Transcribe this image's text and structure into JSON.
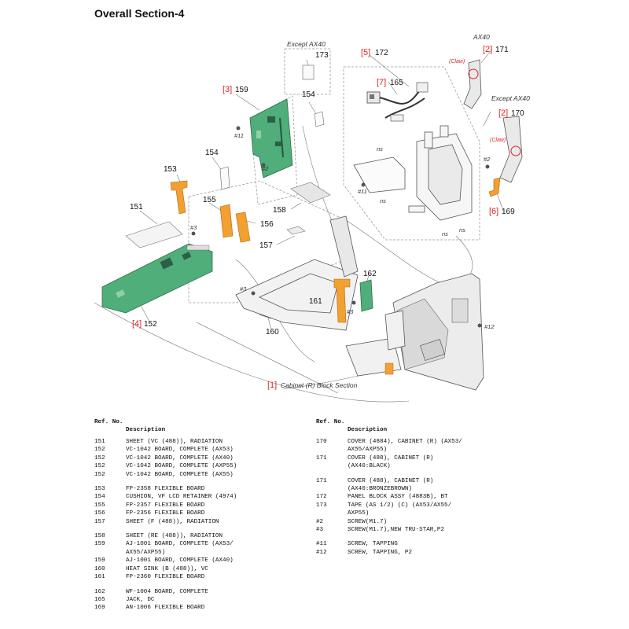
{
  "title": "Overall Section-4",
  "diagram": {
    "labels": {
      "except_ax40_top": "Except AX40",
      "ax40": "AX40",
      "except_ax40_right": "Except AX40",
      "claw": "(Claw)",
      "ns": "ns",
      "cabinet_section": "Cabinet (R) Block Section"
    },
    "brackets": {
      "b5": "[5]",
      "b7": "[7]",
      "b2": "[2]",
      "b3": "[3]",
      "b6": "[6]",
      "b4": "[4]",
      "b1": "[1]"
    },
    "callouts": {
      "n173": "173",
      "n172": "172",
      "n165": "165",
      "n171": "171",
      "n170": "170",
      "n159": "159",
      "n154a": "154",
      "n154b": "154",
      "n153": "153",
      "n155": "155",
      "n156": "156",
      "n151": "151",
      "n158": "158",
      "n157": "157",
      "n169": "169",
      "n162": "162",
      "n161": "161",
      "n160": "160",
      "n152": "152",
      "s11a": "#11",
      "s2a": "#2",
      "s11b": "#11",
      "s2b": "#2",
      "s3a": "#3",
      "s3b": "#3",
      "s3c": "#3",
      "s12": "#12"
    }
  },
  "parts_header": {
    "ref": "Ref. No.",
    "desc": "Description"
  },
  "parts_left": [
    {
      "ref": "151",
      "desc": "SHEET (VC (488)), RADIATION"
    },
    {
      "ref": "152",
      "desc": "VC-1042 BOARD, COMPLETE (AX53)"
    },
    {
      "ref": "152",
      "desc": "VC-1042 BOARD, COMPLETE (AX40)"
    },
    {
      "ref": "152",
      "desc": "VC-1042 BOARD, COMPLETE (AXP55)"
    },
    {
      "ref": "152",
      "desc": "VC-1042 BOARD, COMPLETE (AX55)"
    },
    {
      "ref": "",
      "desc": ""
    },
    {
      "ref": "153",
      "desc": "FP-2358 FLEXIBLE BOARD"
    },
    {
      "ref": "154",
      "desc": "CUSHION, VF LCD RETAINER (4974)"
    },
    {
      "ref": "155",
      "desc": "FP-2357 FLEXIBLE BOARD"
    },
    {
      "ref": "156",
      "desc": "FP-2356 FLEXIBLE BOARD"
    },
    {
      "ref": "157",
      "desc": "SHEET (F (488)), RADIATION"
    },
    {
      "ref": "",
      "desc": ""
    },
    {
      "ref": "158",
      "desc": "SHEET (RE (488)), RADIATION"
    },
    {
      "ref": "159",
      "desc": "AJ-1001 BOARD, COMPLETE (AX53/\nAX55/AXP55)"
    },
    {
      "ref": "159",
      "desc": "AJ-1001 BOARD, COMPLETE (AX40)"
    },
    {
      "ref": "160",
      "desc": "HEAT SINK (B (488)), VC"
    },
    {
      "ref": "161",
      "desc": "FP-2360 FLEXIBLE BOARD"
    },
    {
      "ref": "",
      "desc": ""
    },
    {
      "ref": "162",
      "desc": "WF-1004 BOARD, COMPLETE"
    },
    {
      "ref": "165",
      "desc": "JACK, DC"
    },
    {
      "ref": "169",
      "desc": "AN-1006 FLEXIBLE BOARD"
    }
  ],
  "parts_right": [
    {
      "ref": "170",
      "desc": "COVER (4884), CABINET (R) (AX53/\nAX55/AXP55)"
    },
    {
      "ref": "171",
      "desc": "COVER (488), CABINET (R)\n(AX40:BLACK)"
    },
    {
      "ref": "",
      "desc": ""
    },
    {
      "ref": "171",
      "desc": "COVER (488), CABINET (R)\n(AX40:BRONZEBROWN)"
    },
    {
      "ref": "172",
      "desc": "PANEL BLOCK ASSY (4883B), BT"
    },
    {
      "ref": "173",
      "desc": "TAPE (AS 1/2) (C) (AX53/AX55/\nAXP55)"
    },
    {
      "ref": "#2",
      "desc": "SCREW(M1.7)"
    },
    {
      "ref": "#3",
      "desc": "SCREW(M1.7),NEW TRU-STAR,P2"
    },
    {
      "ref": "",
      "desc": ""
    },
    {
      "ref": "#11",
      "desc": "SCREW, TAPPING"
    },
    {
      "ref": "#12",
      "desc": "SCREW, TAPPING, P2"
    }
  ],
  "colors": {
    "board_green": "#4fae7a",
    "flex_orange": "#f2a032",
    "callout_red": "#d9262a",
    "line_gray": "#777777"
  }
}
